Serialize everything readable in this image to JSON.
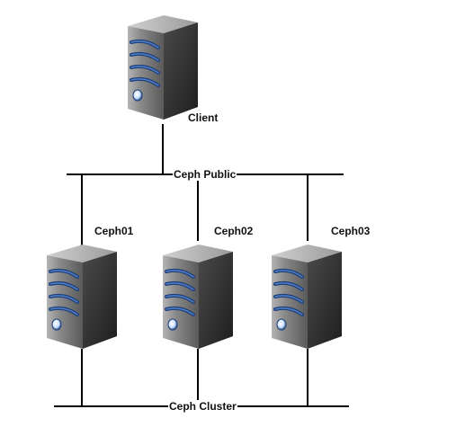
{
  "nodes": {
    "client": "Client",
    "ceph01": "Ceph01",
    "ceph02": "Ceph02",
    "ceph03": "Ceph03"
  },
  "networks": {
    "public": "Ceph Public",
    "cluster": "Ceph Cluster"
  },
  "icons": {
    "server": "server-tower-icon"
  },
  "colors": {
    "server_front": "#3a3a3a",
    "server_side": "#8a8a8a",
    "server_top": "#b8b8b8",
    "drive_bay": "#2f5a9e",
    "line": "#000000"
  }
}
